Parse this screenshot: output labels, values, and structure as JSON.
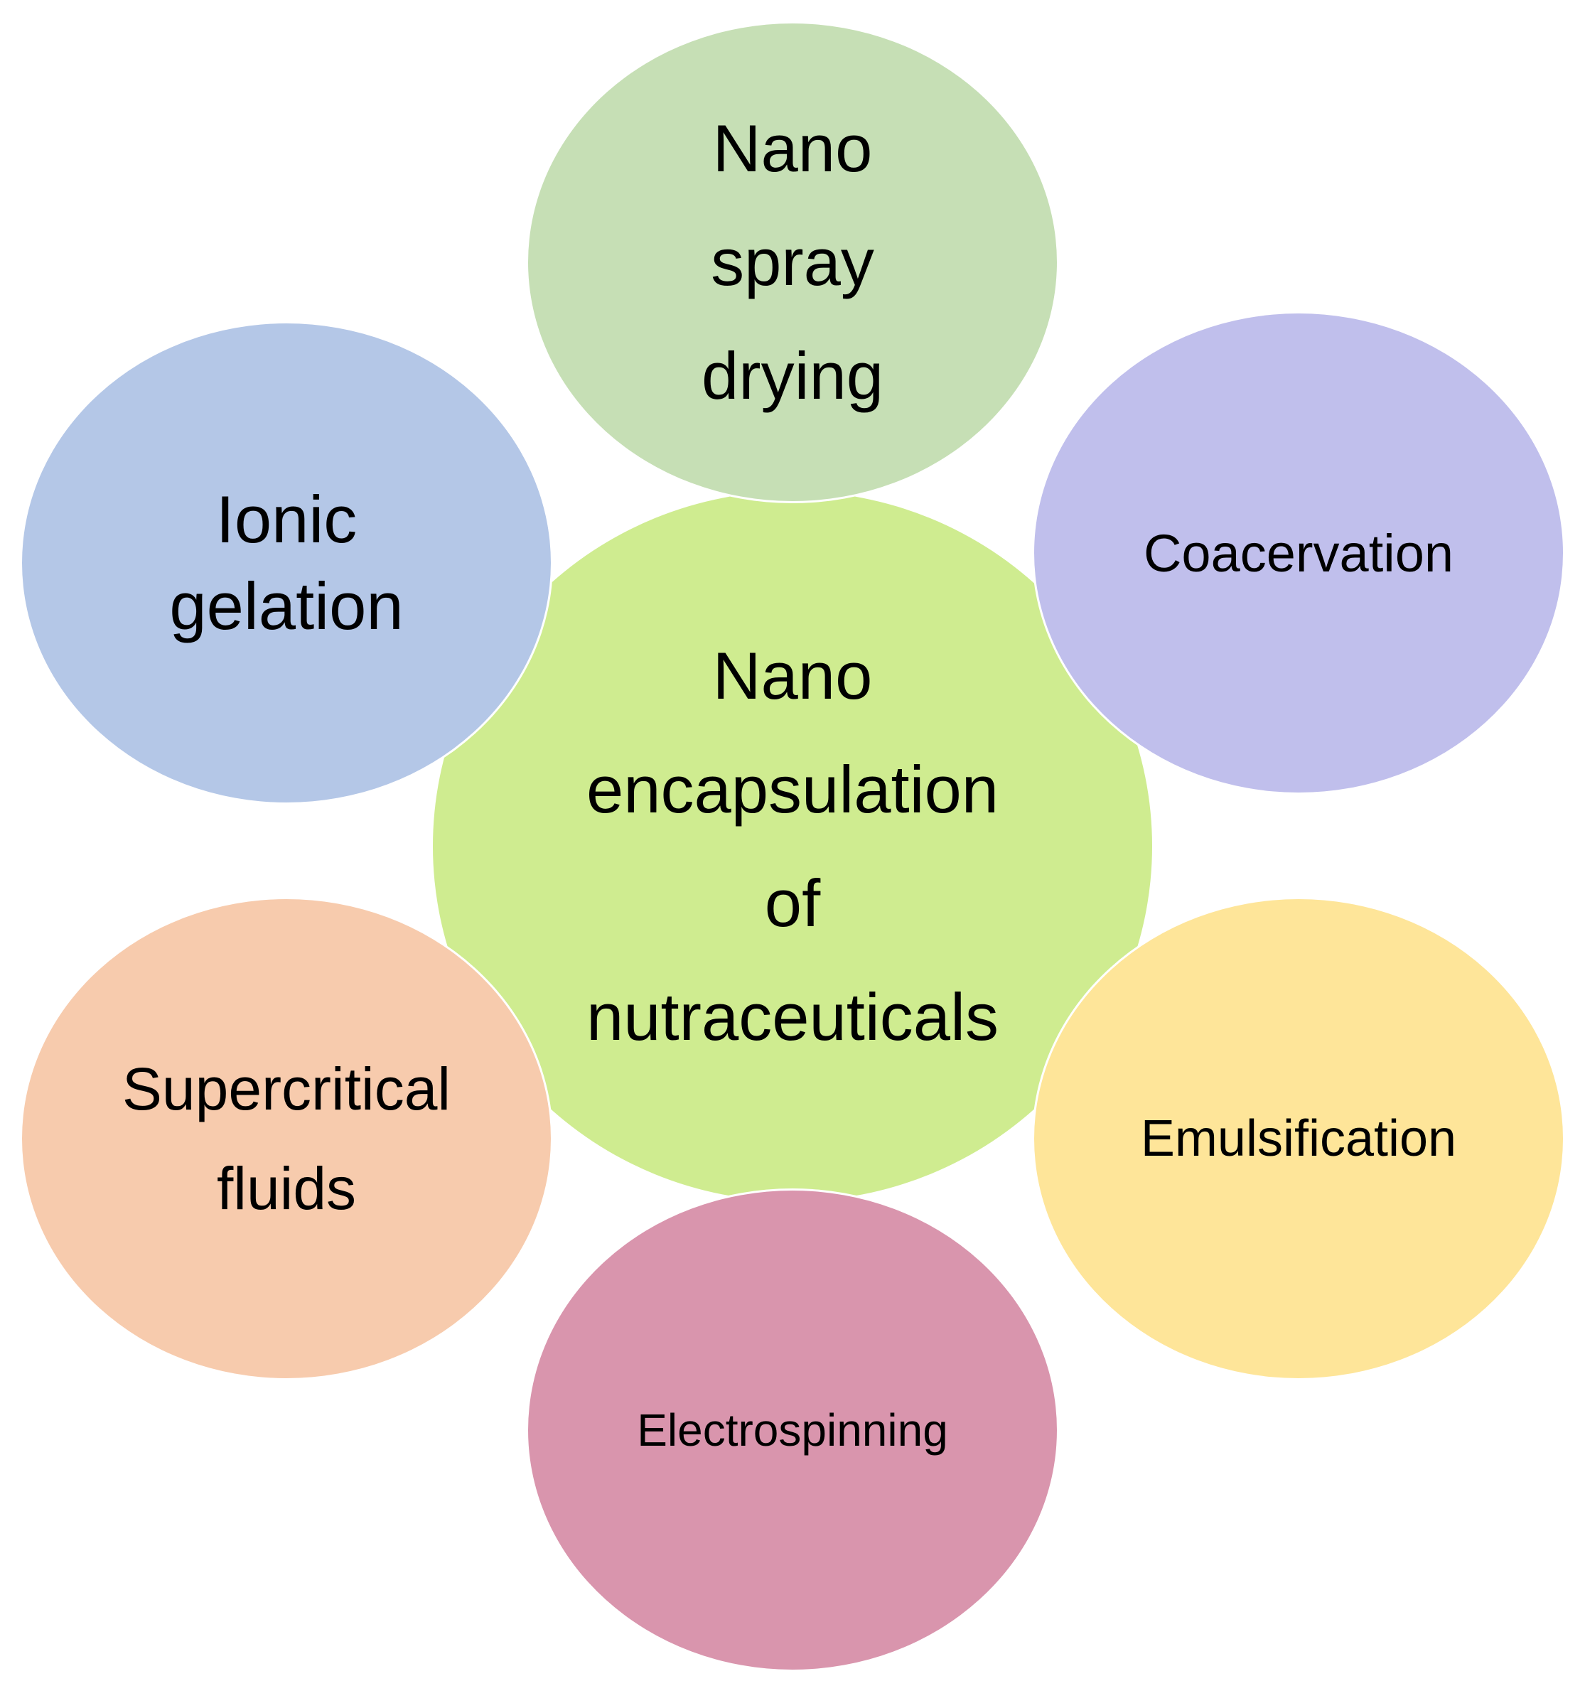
{
  "diagram": {
    "center": {
      "lines": [
        "Nano",
        "encapsulation",
        "of",
        "nutraceuticals"
      ],
      "color": "#cfec90"
    },
    "techniques": [
      {
        "position": "top",
        "lines": [
          "Nano",
          "spray",
          "drying"
        ],
        "color": "#c6dfb5"
      },
      {
        "position": "upper-left",
        "lines": [
          "Ionic",
          "gelation"
        ],
        "color": "#b4c7e7"
      },
      {
        "position": "upper-right",
        "lines": [
          "Coacervation"
        ],
        "color": "#c0bfec"
      },
      {
        "position": "lower-left",
        "lines": [
          "Supercritical",
          "fluids"
        ],
        "color": "#f7cbad"
      },
      {
        "position": "lower-right",
        "lines": [
          "Emulsification"
        ],
        "color": "#fee599"
      },
      {
        "position": "bottom",
        "lines": [
          "Electrospinning"
        ],
        "color": "#d995ad"
      }
    ]
  }
}
